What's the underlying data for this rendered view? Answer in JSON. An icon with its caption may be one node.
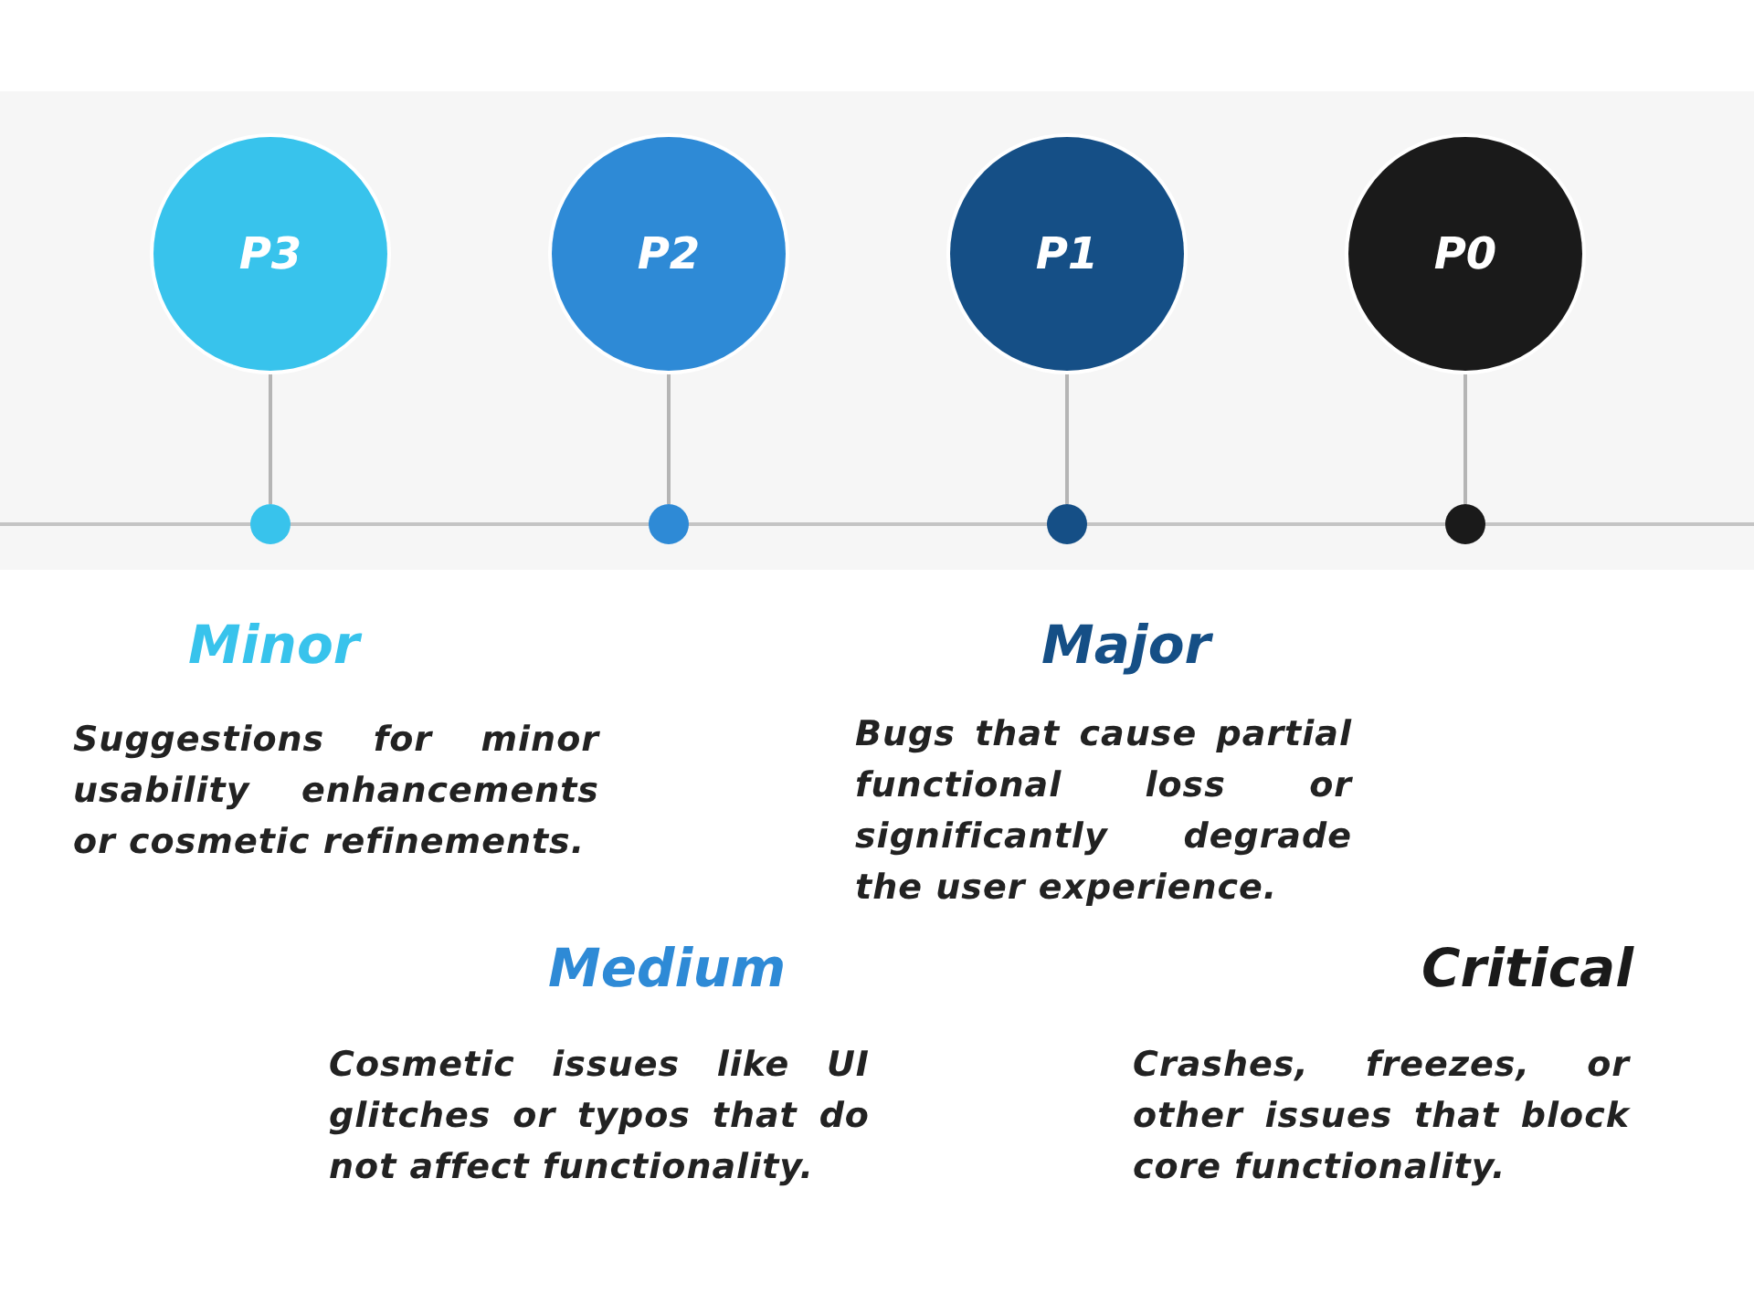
{
  "diagram": {
    "nodes": [
      {
        "text": [
          "P3"
        ]
      },
      {
        "text": [
          "P2"
        ]
      },
      {
        "text": [
          "P1"
        ]
      },
      {
        "text": [
          "P0"
        ]
      },
      {
        "text": [],
        "shape": "circle"
      },
      {
        "text": [],
        "shape": "circle"
      },
      {
        "text": [],
        "shape": "circle"
      },
      {
        "text": [],
        "shape": "circle"
      }
    ],
    "edges": [
      {
        "from": 0,
        "to": 4,
        "arrow": "none"
      },
      {
        "from": 1,
        "to": 5,
        "arrow": "none"
      },
      {
        "from": 2,
        "to": 6,
        "arrow": "none"
      },
      {
        "from": 3,
        "to": 7,
        "arrow": "none"
      }
    ],
    "labels": [
      "Minor",
      "Suggestions for minor usability enhancements or cosmetic refinements.",
      "Major",
      "Bugs that cause partial functional loss or significantly degrade the user experience.",
      "Medium",
      "Cosmetic issues like UI glitches or typos that do not affect functionality.",
      "Critical",
      "Crashes, freezes, or other issues that block core functionality."
    ]
  }
}
